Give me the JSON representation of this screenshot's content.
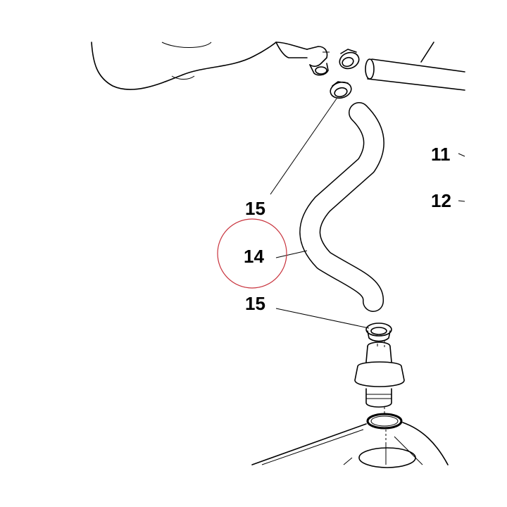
{
  "diagram": {
    "callouts": {
      "part_11": "11",
      "part_12": "12",
      "part_14": "14",
      "part_15_upper": "15",
      "part_15_lower": "15"
    },
    "highlight_color": "#c8323c"
  }
}
